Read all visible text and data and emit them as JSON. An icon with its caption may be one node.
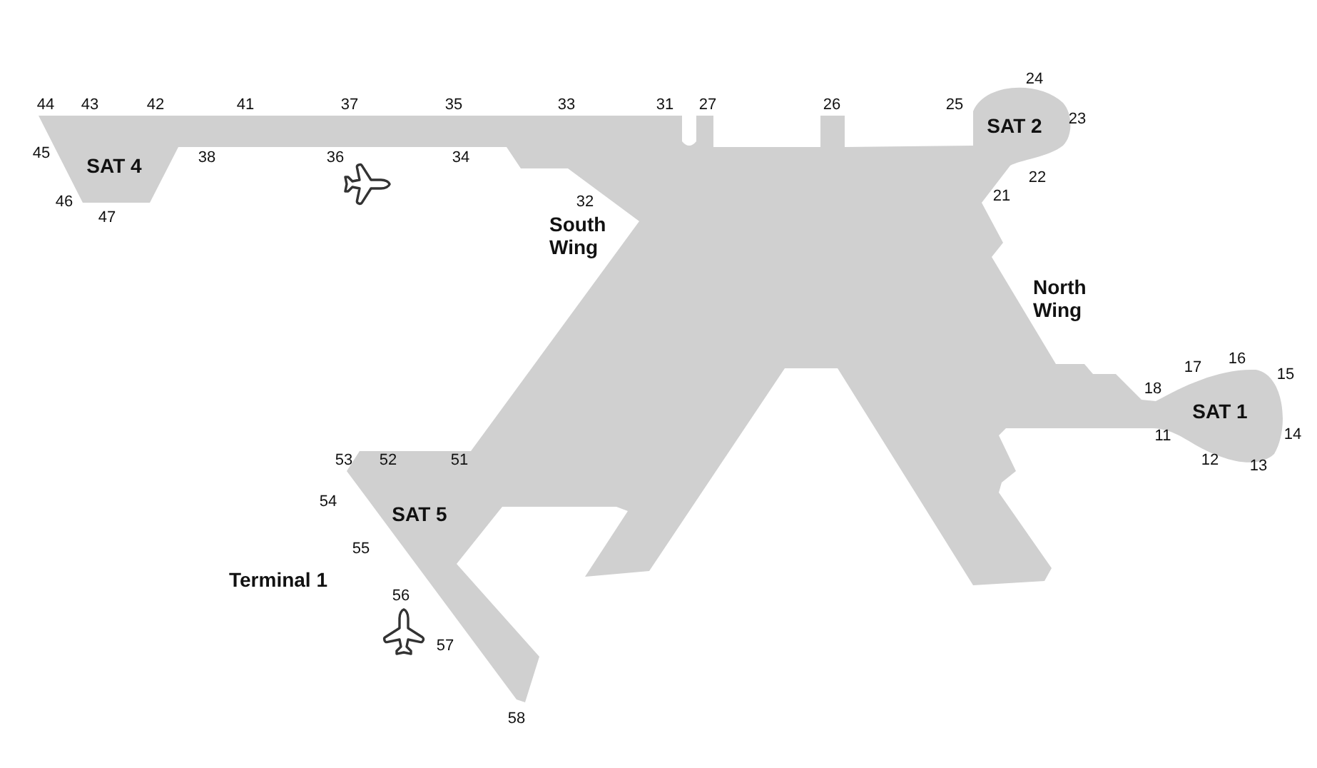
{
  "diagram": {
    "labels": [
      "24",
      "44",
      "43",
      "42",
      "41",
      "37",
      "35",
      "33",
      "31",
      "27",
      "26",
      "25",
      "23",
      "SAT 2",
      "45",
      "SAT 4",
      "38",
      "36",
      "34",
      "22",
      "46",
      "21",
      "47",
      "32",
      "South Wing",
      "North Wing",
      "16",
      "17",
      "15",
      "18",
      "SAT 1",
      "11",
      "14",
      "12",
      "13",
      "53",
      "52",
      "51",
      "54",
      "SAT 5",
      "55",
      "Terminal 1",
      "56",
      "57",
      "58"
    ]
  }
}
